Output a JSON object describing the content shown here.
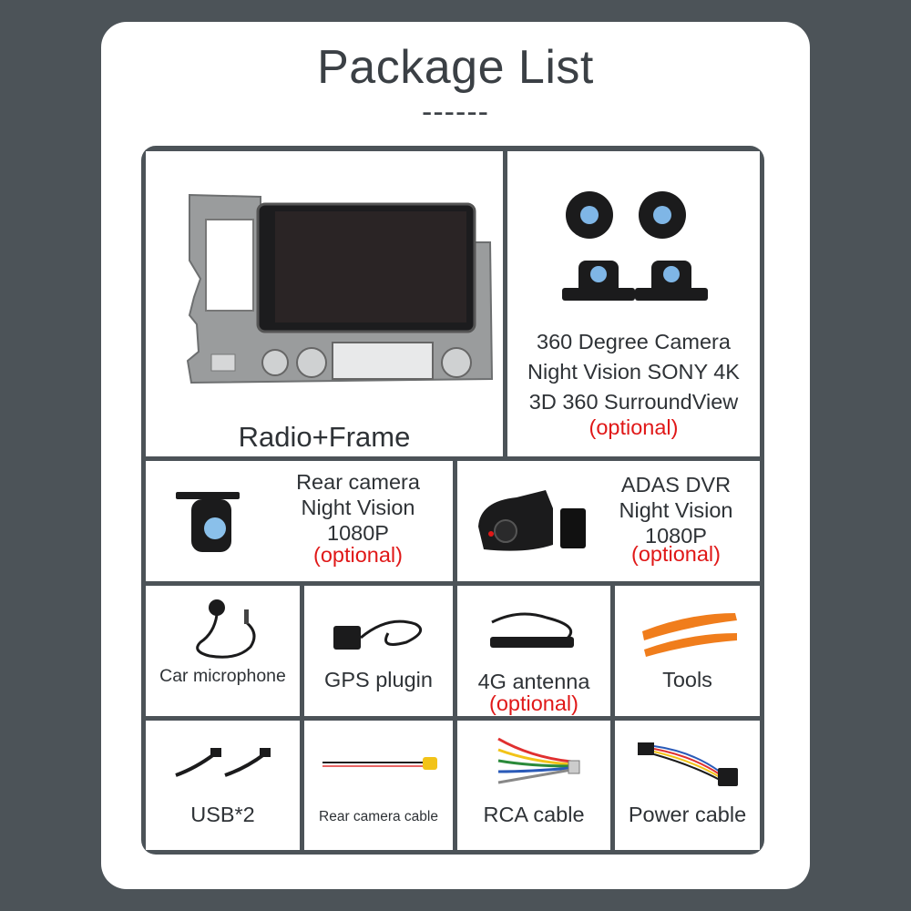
{
  "title": "Package List",
  "title_dashes": "------",
  "items": {
    "radio_frame": {
      "label": "Radio+Frame"
    },
    "camera_360": {
      "line1": "360 Degree Camera",
      "line2": "Night Vision SONY 4K",
      "line3": "3D 360 SurroundView",
      "optional": "(optional)"
    },
    "rear_camera": {
      "line1": "Rear camera",
      "line2": "Night Vision",
      "line3": "1080P",
      "optional": "(optional)"
    },
    "adas_dvr": {
      "line1": "ADAS DVR",
      "line2": "Night Vision",
      "line3": "1080P",
      "optional": "(optional)"
    },
    "microphone": {
      "label": "Car microphone"
    },
    "gps": {
      "label": "GPS plugin"
    },
    "antenna": {
      "label": "4G antenna",
      "optional": "(optional)"
    },
    "tools": {
      "label": "Tools"
    },
    "usb": {
      "label": "USB*2"
    },
    "rear_cable": {
      "label": "Rear camera cable"
    },
    "rca": {
      "label": "RCA cable"
    },
    "power": {
      "label": "Power cable"
    }
  },
  "colors": {
    "background": "#4c5358",
    "text": "#2e3236",
    "optional": "#e01818",
    "tools": "#f07d1c"
  }
}
